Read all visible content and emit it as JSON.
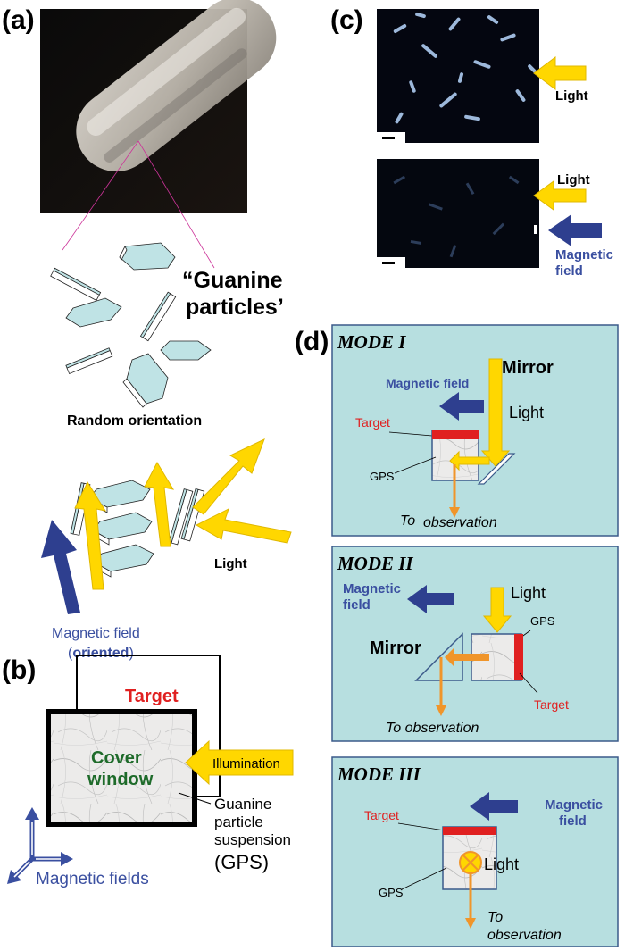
{
  "panels": {
    "a": "(a)",
    "b": "(b)",
    "c": "(c)",
    "d": "(d)"
  },
  "panel_a": {
    "particles_label_line1": "“Guanine",
    "particles_label_line2": "particles’",
    "random_orientation": "Random orientation",
    "light": "Light",
    "magnetic_field": "Magnetic field",
    "paren_open": "(",
    "oriented": "oriented",
    "paren_close": ")"
  },
  "panel_b": {
    "target": "Target",
    "cover_window_line1": "Cover",
    "cover_window_line2": "window",
    "illumination": "Illumination",
    "gps_line1": "Guanine",
    "gps_line2": "particle",
    "gps_line3": "suspension",
    "gps_line4": "(GPS)",
    "magnetic_fields": "Magnetic fields"
  },
  "panel_c": {
    "light_top": "Light",
    "light_bottom": "Light",
    "magnetic_line1": "Magnetic",
    "magnetic_line2": "field"
  },
  "panel_d": {
    "mode1": {
      "title": "MODE I",
      "magnetic_field": "Magnetic field",
      "mirror": "Mirror",
      "light": "Light",
      "target": "Target",
      "gps": "GPS",
      "to": "To",
      "observation": "observation"
    },
    "mode2": {
      "title": "MODE II",
      "magnetic_line1": "Magnetic",
      "magnetic_line2": "field",
      "light": "Light",
      "gps": "GPS",
      "mirror": "Mirror",
      "target": "Target",
      "observation": "To observation"
    },
    "mode3": {
      "title": "MODE III",
      "target": "Target",
      "magnetic_line1": "Magnetic",
      "magnetic_line2": "field",
      "light": "Light",
      "gps": "GPS",
      "to": "To",
      "observation": "observation"
    }
  },
  "colors": {
    "light_arrow": "#ffd700",
    "magnetic_arrow": "#2e3f8f",
    "target": "#e02020",
    "mode_bg": "#b7dfe0",
    "crystal": "#bfe3e5",
    "observation_arrow": "#f0952a",
    "cover_window_text": "#1e6b2a",
    "magnetic_text": "#3a4fa0"
  }
}
